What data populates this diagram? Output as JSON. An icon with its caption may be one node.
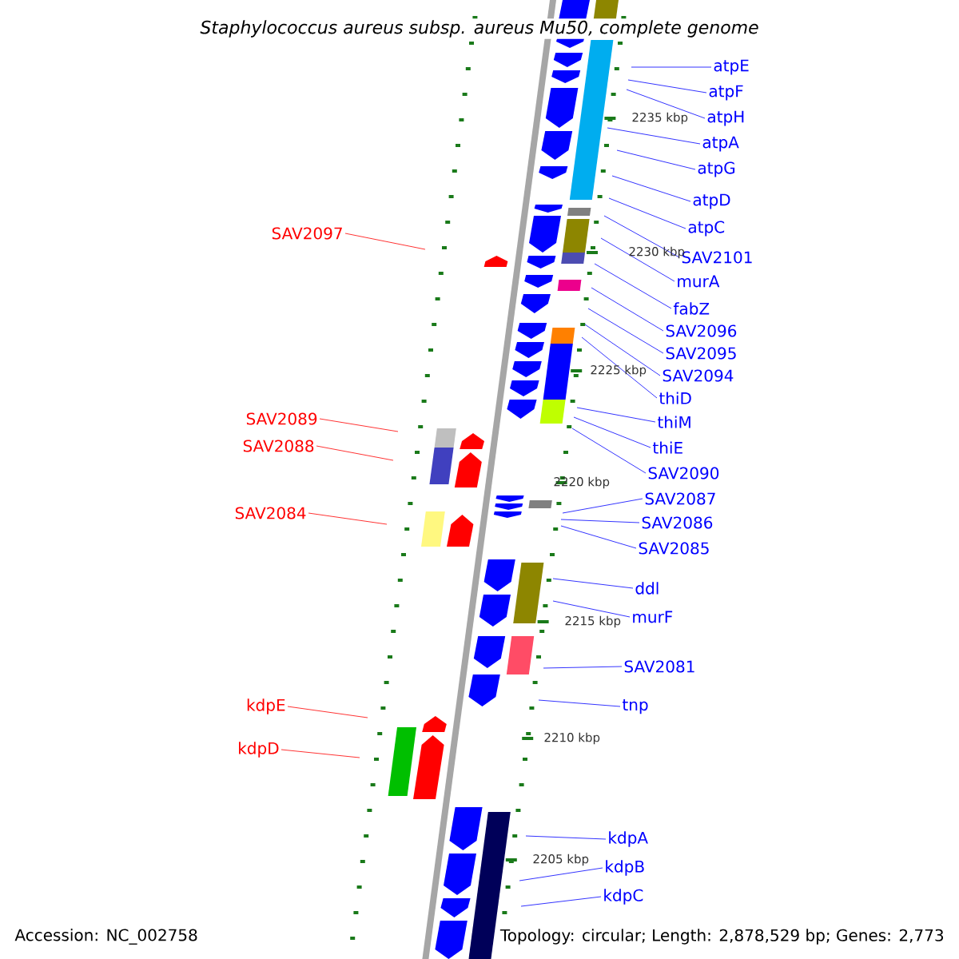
{
  "diagram": {
    "title": "Staphylococcus aureus subsp. aureus Mu50, complete genome",
    "nodes": [
      {
        "text": [
          "atpE"
        ]
      },
      {
        "text": [
          "atpF"
        ]
      },
      {
        "text": [
          "atpH"
        ]
      },
      {
        "text": [
          "atpA"
        ]
      },
      {
        "text": [
          "atpG"
        ]
      },
      {
        "text": [
          "atpD"
        ]
      },
      {
        "text": [
          "atpC"
        ]
      },
      {
        "text": [
          "SAV2101"
        ]
      },
      {
        "text": [
          "murA"
        ]
      },
      {
        "text": [
          "fabZ"
        ]
      },
      {
        "text": [
          "SAV2096"
        ]
      },
      {
        "text": [
          "SAV2095"
        ]
      },
      {
        "text": [
          "SAV2094"
        ]
      },
      {
        "text": [
          "thiD"
        ]
      },
      {
        "text": [
          "thiM"
        ]
      },
      {
        "text": [
          "thiE"
        ]
      },
      {
        "text": [
          "SAV2090"
        ]
      },
      {
        "text": [
          "SAV2087"
        ]
      },
      {
        "text": [
          "SAV2086"
        ]
      },
      {
        "text": [
          "SAV2085"
        ]
      },
      {
        "text": [
          "ddl"
        ]
      },
      {
        "text": [
          "murF"
        ]
      },
      {
        "text": [
          "SAV2081"
        ]
      },
      {
        "text": [
          "tnp"
        ]
      },
      {
        "text": [
          "kdpA"
        ]
      },
      {
        "text": [
          "kdpB"
        ]
      },
      {
        "text": [
          "kdpC"
        ]
      },
      {
        "text": [
          "SAV2097"
        ]
      },
      {
        "text": [
          "SAV2089"
        ]
      },
      {
        "text": [
          "SAV2088"
        ]
      },
      {
        "text": [
          "SAV2084"
        ]
      },
      {
        "text": [
          "kdpE"
        ]
      },
      {
        "text": [
          "kdpD"
        ]
      }
    ],
    "edges": [
      {
        "from": 0,
        "to": null,
        "arrow": "none"
      },
      {
        "from": 1,
        "to": null,
        "arrow": "none"
      },
      {
        "from": 2,
        "to": null,
        "arrow": "none"
      },
      {
        "from": 3,
        "to": null,
        "arrow": "none"
      },
      {
        "from": 4,
        "to": null,
        "arrow": "none"
      },
      {
        "from": 5,
        "to": null,
        "arrow": "none"
      },
      {
        "from": 6,
        "to": null,
        "arrow": "none"
      },
      {
        "from": 7,
        "to": null,
        "arrow": "none"
      },
      {
        "from": 8,
        "to": null,
        "arrow": "none"
      },
      {
        "from": 9,
        "to": null,
        "arrow": "none"
      },
      {
        "from": 10,
        "to": null,
        "arrow": "none"
      },
      {
        "from": 11,
        "to": null,
        "arrow": "none"
      },
      {
        "from": 12,
        "to": null,
        "arrow": "none"
      },
      {
        "from": 13,
        "to": null,
        "arrow": "none"
      },
      {
        "from": 14,
        "to": null,
        "arrow": "none"
      },
      {
        "from": 15,
        "to": null,
        "arrow": "none"
      },
      {
        "from": 16,
        "to": null,
        "arrow": "none"
      },
      {
        "from": 17,
        "to": null,
        "arrow": "none"
      },
      {
        "from": 18,
        "to": null,
        "arrow": "none"
      },
      {
        "from": 19,
        "to": null,
        "arrow": "none"
      },
      {
        "from": 20,
        "to": null,
        "arrow": "none"
      },
      {
        "from": 21,
        "to": null,
        "arrow": "none"
      },
      {
        "from": 22,
        "to": null,
        "arrow": "none"
      },
      {
        "from": 23,
        "to": null,
        "arrow": "none"
      },
      {
        "from": 24,
        "to": null,
        "arrow": "none"
      },
      {
        "from": 25,
        "to": null,
        "arrow": "none"
      },
      {
        "from": 26,
        "to": null,
        "arrow": "none"
      },
      {
        "from": 27,
        "to": null,
        "arrow": "none",
        "color": "#ff0000"
      },
      {
        "from": 28,
        "to": null,
        "arrow": "none",
        "color": "#ff0000"
      },
      {
        "from": 29,
        "to": null,
        "arrow": "none",
        "color": "#ff0000"
      },
      {
        "from": 30,
        "to": null,
        "arrow": "none",
        "color": "#ff0000"
      },
      {
        "from": 31,
        "to": null,
        "arrow": "none",
        "color": "#ff0000"
      },
      {
        "from": 32,
        "to": null,
        "arrow": "none",
        "color": "#ff0000"
      }
    ],
    "labels": [
      "2235 kbp",
      "2230 kbp",
      "2225 kbp",
      "2220 kbp",
      "2215 kbp",
      "2210 kbp",
      "2205 kbp",
      "Accession: NC_002758",
      "Topology: circular; Length: 2,878,529 bp; Genes: 2,773"
    ]
  }
}
